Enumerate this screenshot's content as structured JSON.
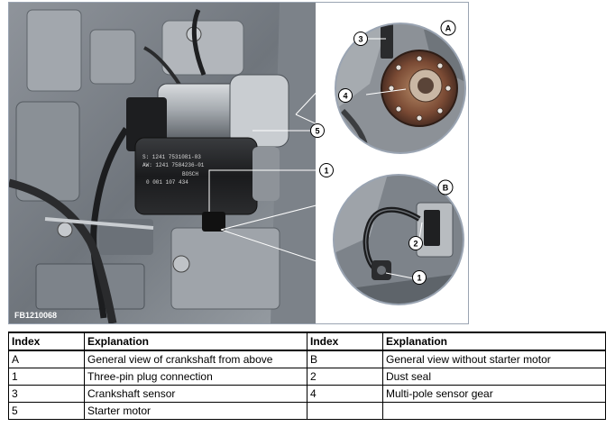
{
  "photo": {
    "code": "FB1210068",
    "inset_a_label": "A",
    "inset_b_label": "B",
    "starter_text_lines": [
      "S: 1241 7531081-03",
      "AW: 1241 7584236-01",
      "BOSCH",
      "0 001 107 434"
    ],
    "callouts": {
      "c1_main": "1",
      "c5_main": "5",
      "c3_a": "3",
      "c4_a": "4",
      "c2_b": "2",
      "c1_b": "1"
    }
  },
  "table": {
    "headers": [
      "Index",
      "Explanation",
      "Index",
      "Explanation"
    ],
    "rows": [
      [
        "A",
        "General view of crankshaft from above",
        "B",
        "General view without starter motor"
      ],
      [
        "1",
        "Three-pin plug connection",
        "2",
        "Dust seal"
      ],
      [
        "3",
        "Crankshaft sensor",
        "4",
        "Multi-pole sensor gear"
      ],
      [
        "5",
        "Starter motor",
        "",
        ""
      ]
    ]
  }
}
